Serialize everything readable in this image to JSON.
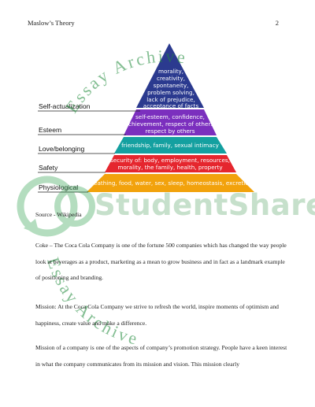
{
  "header": {
    "title": "Maslow’s Theory",
    "page": "2"
  },
  "pyramid": {
    "levels": [
      {
        "name": "Self-actualization",
        "text": [
          "morality,",
          "creativity,",
          "spontaneity,",
          "problem solving,",
          "lack of prejudice,",
          "acceptance of facts"
        ],
        "color": "#2b3a8f"
      },
      {
        "name": "Esteem",
        "text": [
          "self-esteem, confidence,",
          "achievement, respect of others,",
          "respect by others"
        ],
        "color": "#7b2fbe"
      },
      {
        "name": "Love/belonging",
        "text": [
          "friendship, family, sexual intimacy"
        ],
        "color": "#14a0a0"
      },
      {
        "name": "Safety",
        "text": [
          "security of: body, employment, resources,",
          "morality, the family, health, property"
        ],
        "color": "#e5262e"
      },
      {
        "name": "Physiological",
        "text": [
          "breathing, food, water, sex, sleep, homeostasis, excretion"
        ],
        "color": "#f2a20c"
      }
    ]
  },
  "source": "Source - Wikipedia",
  "paragraphs": [
    "Coke – The Coca Cola Company is one of the fortune 500 companies which has changed the way people look at beverages as a product, marketing as a mean to grow business and in fact as a landmark example of positioning and branding.",
    "Mission: At the Coca Cola Company we strive to refresh the world, inspire moments of optimism and happiness, create value and make a difference.",
    "Mission of a company is one of the aspects of company’s promotion strategy. People have a keen interest in what the company communicates from its mission and vision. This mission clearly"
  ],
  "watermark": {
    "brand": "StudentShare",
    "arc_text": "Essay Archive",
    "color": "#1f8a3a"
  }
}
